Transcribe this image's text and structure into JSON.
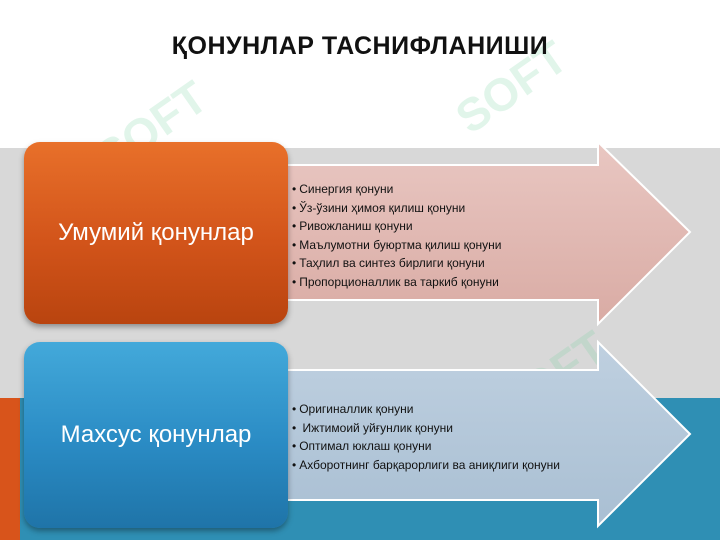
{
  "title": "ҚОНУНЛАР ТАСНИФЛАНИШИ",
  "watermark": "SOFT",
  "groups": [
    {
      "label": "Умумий қонунлар",
      "color": "#d8541b",
      "items": [
        "Синергия қонуни",
        "Ўз-ўзини ҳимоя қилиш қонуни",
        "Ривожланиш қонуни",
        "Маълумотни буюртма қилиш қонуни",
        "Таҳлил ва синтез бирлиги қонуни",
        "Пропорционаллик ва таркиб қонуни"
      ]
    },
    {
      "label": "Махсус қонунлар",
      "color": "#2a8bc4",
      "items": [
        "Оригиналлик қонуни",
        " Ижтимоий уйғунлик қонуни",
        "Оптимал юклаш қонуни",
        "Ахборотнинг барқарорлиги ва аниқлиги қонуни"
      ]
    }
  ]
}
